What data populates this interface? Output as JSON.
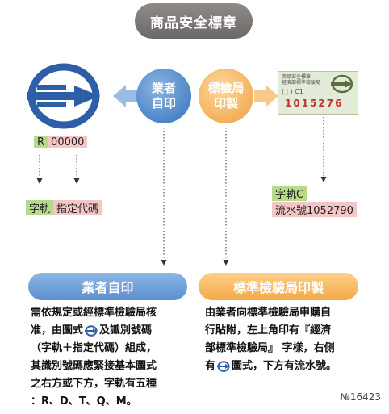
{
  "title": "商品安全標章",
  "circles": {
    "vendor": [
      "業者",
      "自印"
    ],
    "bsmi": [
      "標檢局",
      "印製"
    ]
  },
  "left_mark": {
    "r_letter": "R",
    "code": "00000"
  },
  "left_labels": {
    "track": "字軌",
    "code": "指定代碼"
  },
  "sticker": {
    "top_line": "商品安全標章",
    "sub_line": "經濟部標準檢驗局",
    "code": "( J ) C1",
    "number": "1015276"
  },
  "right_labels": {
    "track": "字軌C",
    "serial": "流水號1052790"
  },
  "sections": {
    "vendor": {
      "title": "業者自印",
      "lines": [
        "需依規定或經標準檢驗局核",
        "准，由圖式",
        "及識別號碼",
        "（字軌＋指定代碼）組成，",
        "其識別號碼應緊接基本圖式",
        "之右方或下方，字軌有五種",
        "：R、D、T、Q、M。"
      ]
    },
    "bsmi": {
      "title": "標準檢驗局印製",
      "lines": [
        "由業者向標準檢驗局申購自",
        "行貼附，左上角印有『經濟",
        "部標準檢驗局』 字樣，右側",
        "有",
        "圖式，下方有流水號。"
      ]
    }
  },
  "image_number": "№16423",
  "colors": {
    "blue": "#2d5fa8",
    "vendor_blue": "#5a8fcf",
    "bsmi_orange": "#f3a948",
    "green_tag": "#b7d98a",
    "pink_tag": "#f4c6c6"
  }
}
